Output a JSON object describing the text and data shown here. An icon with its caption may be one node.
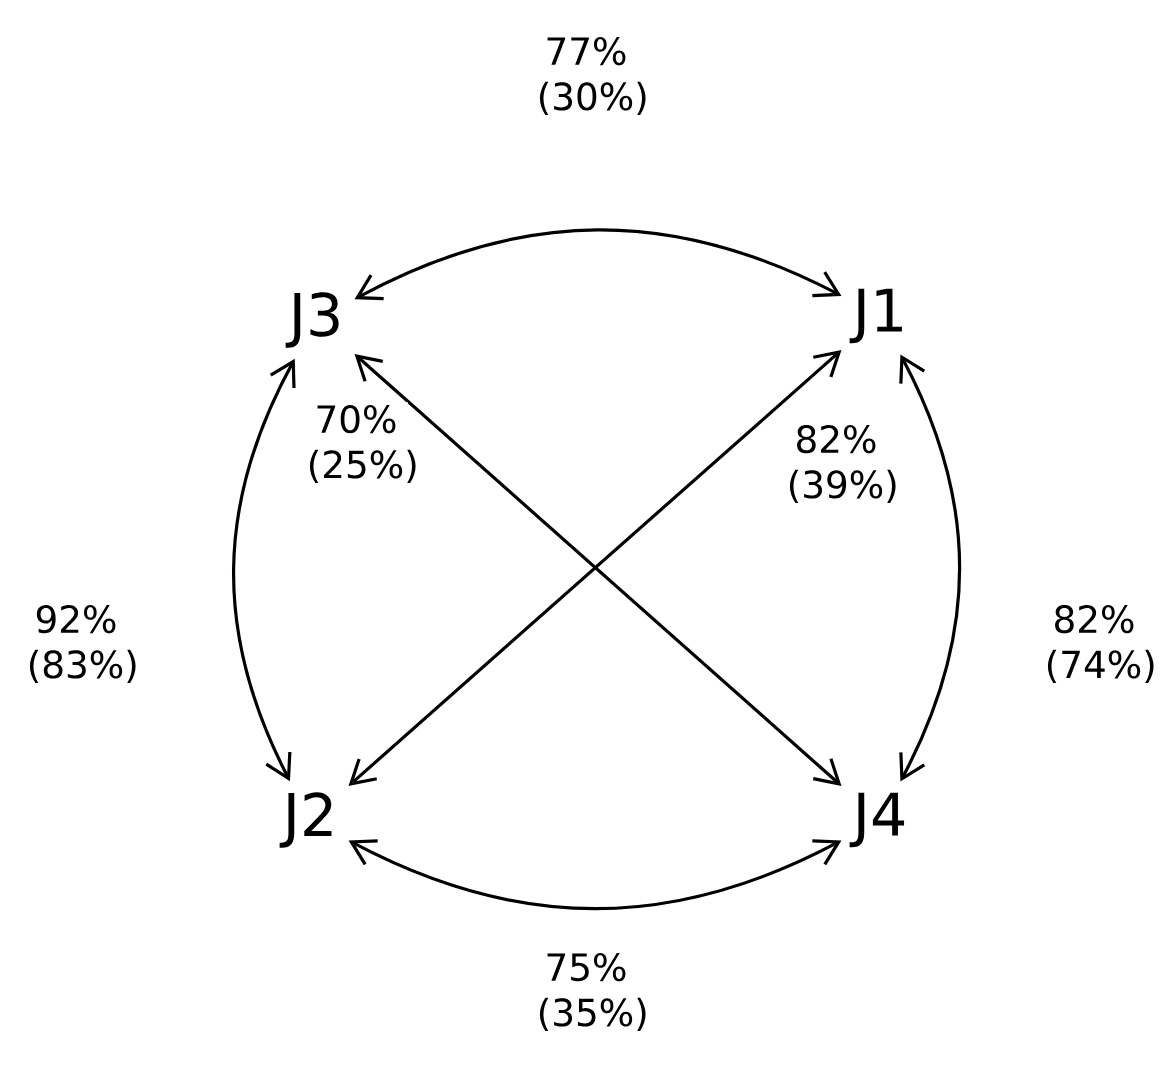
{
  "diagram": {
    "nodes": [
      {
        "text": [
          "J3"
        ]
      },
      {
        "text": [
          "J1"
        ]
      },
      {
        "text": [
          "J2"
        ]
      },
      {
        "text": [
          "J4"
        ]
      }
    ],
    "edges": [
      {
        "from": 0,
        "to": 1,
        "arrow": "both",
        "label": "77% (30%)"
      },
      {
        "from": 0,
        "to": 3,
        "arrow": "both",
        "label": "70% (25%)"
      },
      {
        "from": 1,
        "to": 2,
        "arrow": "both",
        "label": "82% (39%)"
      },
      {
        "from": 0,
        "to": 2,
        "arrow": "both",
        "label": "92% (83%)"
      },
      {
        "from": 1,
        "to": 3,
        "arrow": "both",
        "label": "82% (74%)"
      },
      {
        "from": 2,
        "to": 3,
        "arrow": "both",
        "label": "75% (35%)"
      }
    ]
  }
}
